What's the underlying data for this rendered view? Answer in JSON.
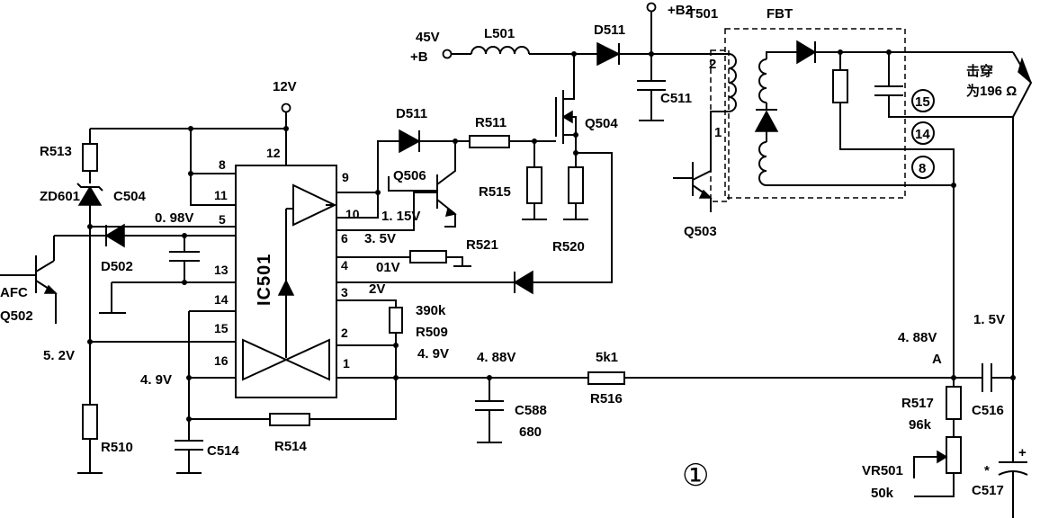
{
  "labels": {
    "v_45": "45V",
    "v_b_plus": "+B",
    "l501": "L501",
    "d511_top": "D511",
    "b2": "+B2",
    "t501": "T501",
    "fbt": "FBT",
    "breakdown_1": "击穿",
    "breakdown_2": "为196 Ω",
    "pin15": "15",
    "pin14": "14",
    "pin8": "8",
    "v12": "12V",
    "q504": "Q504",
    "c511": "C511",
    "d511_mid": "D511",
    "r511": "R511",
    "q506": "Q506",
    "r515": "R515",
    "r520": "R520",
    "q503": "Q503",
    "r521": "R521",
    "v_1_15": "1. 15V",
    "v_3_5": "3. 5V",
    "v_01": "01V",
    "v_2": "2V",
    "r390k": "390k",
    "r509": "R509",
    "v_4_9_r": "4. 9V",
    "v_4_88_mid": "4. 88V",
    "r5k1": "5k1",
    "r516": "R516",
    "c588": "C588",
    "c588_val": "680",
    "v_4_88_a": "4. 88V",
    "v_1_5": "1. 5V",
    "node_a": "A",
    "r517": "R517",
    "r517_val": "96k",
    "c516": "C516",
    "vr501": "VR501",
    "vr501_val": "50k",
    "c517_star": "*",
    "c517": "C517",
    "plus_sign": "+",
    "fig_no": "①",
    "r513": "R513",
    "zd601": "ZD601",
    "c504": "C504",
    "v_0_98": "0. 98V",
    "d502": "D502",
    "afc": "AFC",
    "q502": "Q502",
    "v_5_2": "5. 2V",
    "r510": "R510",
    "v_4_9_l": "4. 9V",
    "c514": "C514",
    "r514": "R514",
    "ic_name": "IC501",
    "pin_8": "8",
    "pin_11": "11",
    "pin_5": "5",
    "pin_13": "13",
    "pin_14": "14",
    "pin_15": "15",
    "pin_16": "16",
    "pin_12": "12",
    "pin_9": "9",
    "pin_10": "10",
    "pin_6": "6",
    "pin_4": "4",
    "pin_3": "3",
    "pin_2": "2",
    "pin_1": "1",
    "tr_2": "2",
    "tr_1": "1"
  }
}
